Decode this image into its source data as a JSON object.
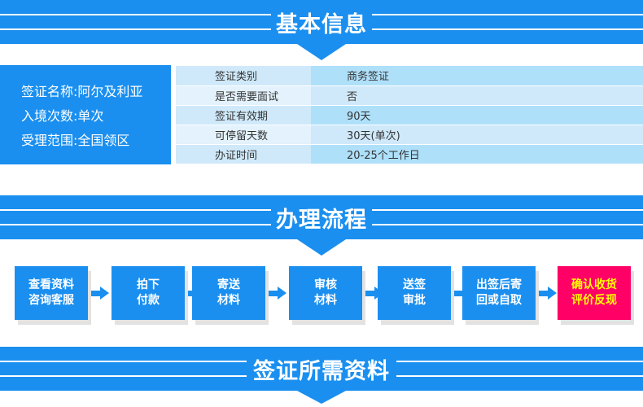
{
  "sections": {
    "basic_info": {
      "title": "基本信息"
    },
    "process": {
      "title": "办理流程"
    },
    "materials": {
      "title": "签证所需资料"
    }
  },
  "visa_summary": {
    "name_line": "签证名称:阿尔及利亚",
    "entries_line": "入境次数:单次",
    "scope_line": "受理范围:全国领区"
  },
  "details": [
    {
      "label": "签证类别",
      "value": "商务签证"
    },
    {
      "label": "是否需要面试",
      "value": "否"
    },
    {
      "label": "签证有效期",
      "value": "90天"
    },
    {
      "label": "可停留天数",
      "value": "30天(单次)"
    },
    {
      "label": "办证时间",
      "value": "20-25个工作日"
    }
  ],
  "steps": [
    {
      "line1": "查看资料",
      "line2": "咨询客服"
    },
    {
      "line1": "拍下",
      "line2": "付款"
    },
    {
      "line1": "寄送",
      "line2": "材料"
    },
    {
      "line1": "审核",
      "line2": "材料"
    },
    {
      "line1": "送签",
      "line2": "审批"
    },
    {
      "line1": "出签后寄",
      "line2": "回或自取"
    },
    {
      "line1": "确认收货",
      "line2": "评价反现"
    }
  ],
  "colors": {
    "primary_blue": "#1a8ff0",
    "final_step_bg": "#ff0066",
    "final_step_text": "#ffff00"
  }
}
